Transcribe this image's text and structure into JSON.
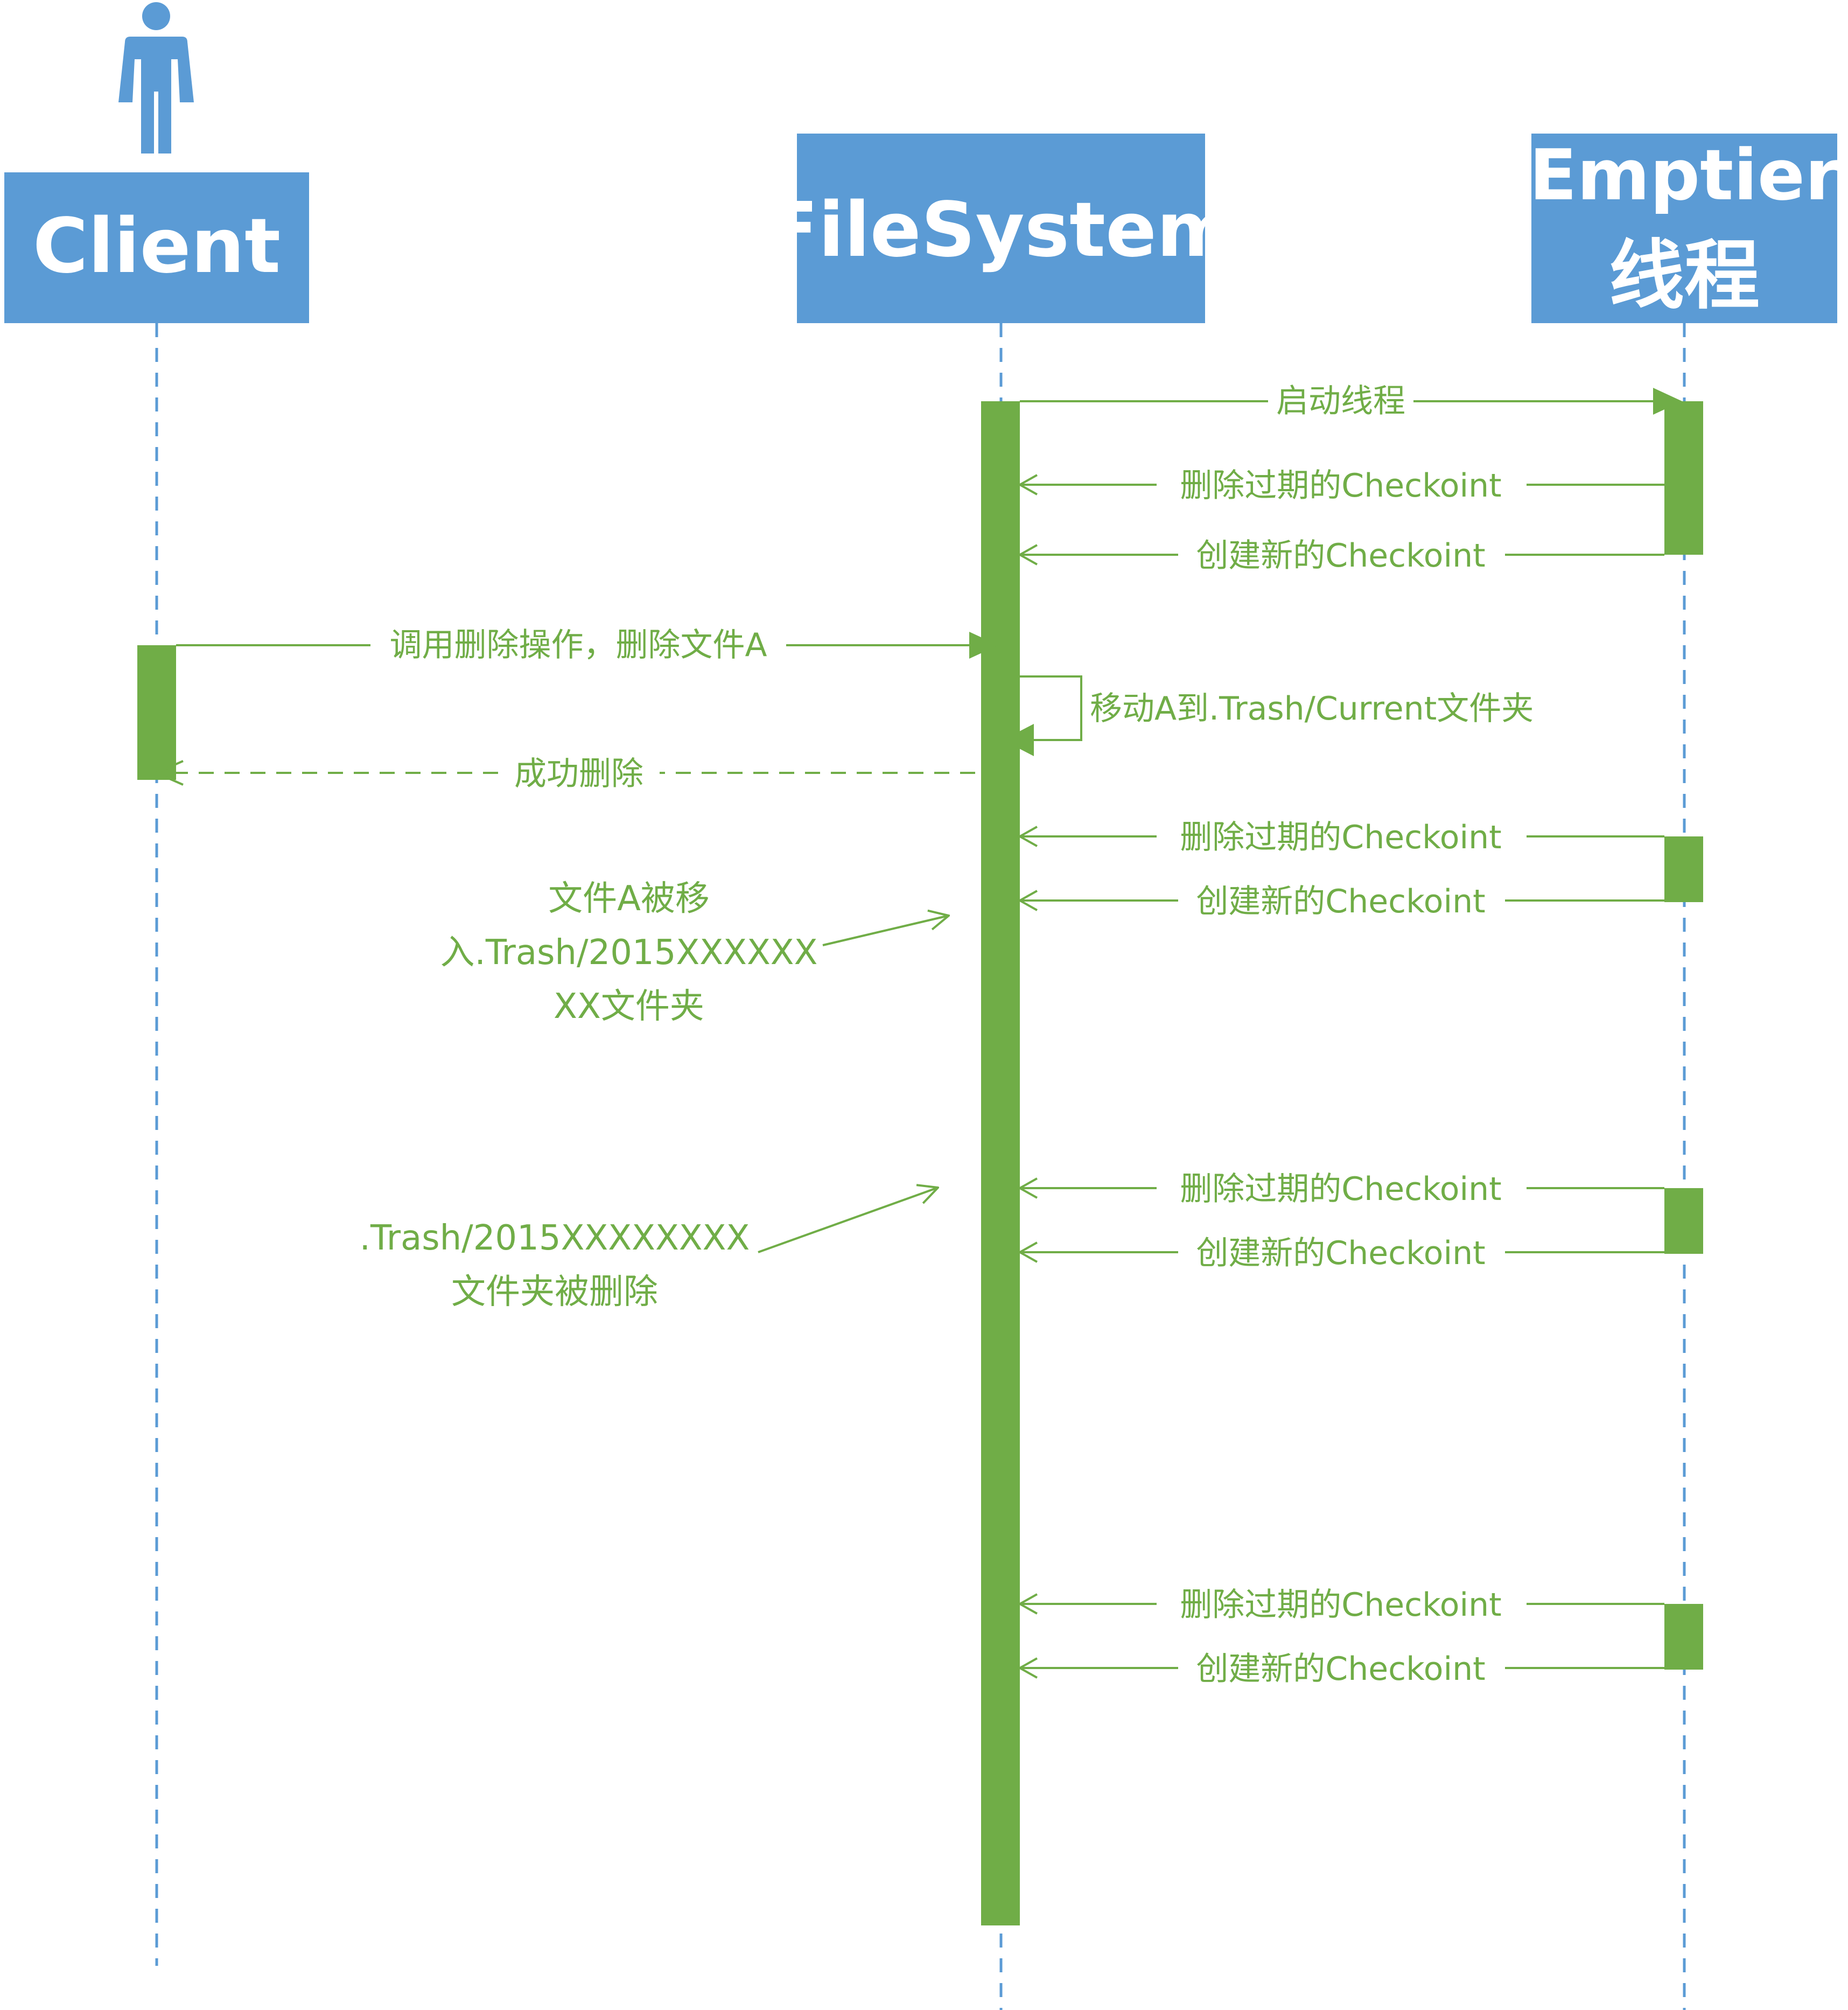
{
  "colors": {
    "actor_blue": "#5b9bd5",
    "activation_green": "#70ad47",
    "text_green": "#70ad47",
    "white": "#ffffff"
  },
  "actors": {
    "client": {
      "title": "Client",
      "icon": "person-icon"
    },
    "filesystem": {
      "title": "FileSystem"
    },
    "emptier": {
      "title_line1": "Emptier",
      "title_line2": "线程"
    }
  },
  "messages": {
    "start_thread": "启动线程",
    "delete_expired_1": "删除过期的Checkoint",
    "create_new_1": "创建新的Checkoint",
    "client_delete": "调用删除操作，删除文件A",
    "move_to_current": "移动A到.Trash/Current文件夹",
    "delete_success": "成功删除",
    "delete_expired_2": "删除过期的Checkoint",
    "create_new_2": "创建新的Checkoint",
    "delete_expired_3": "删除过期的Checkoint",
    "create_new_3": "创建新的Checkoint",
    "delete_expired_4": "删除过期的Checkoint",
    "create_new_4": "创建新的Checkoint"
  },
  "notes": {
    "moved_into": [
      "文件A被移",
      "入.Trash/2015XXXXXX",
      "XX文件夹"
    ],
    "folder_deleted": [
      ".Trash/2015XXXXXXXX",
      "文件夹被删除"
    ]
  }
}
